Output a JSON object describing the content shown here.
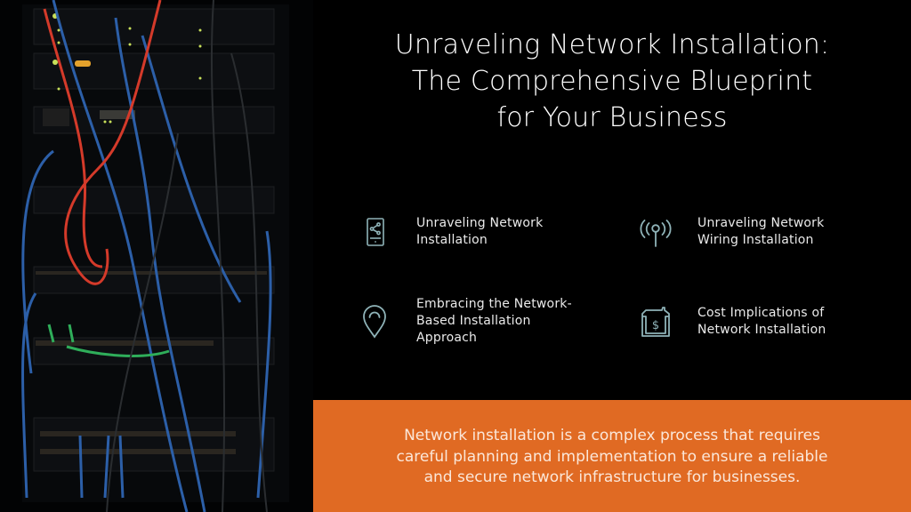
{
  "slide": {
    "title_lines": [
      "Unraveling Network Installation:",
      "The Comprehensive Blueprint",
      "for Your Business"
    ],
    "items": [
      {
        "icon": "mobile-share-icon",
        "lines": [
          "Unraveling Network",
          "Installation"
        ]
      },
      {
        "icon": "wireless-antenna-icon",
        "lines": [
          "Unraveling Network",
          "Wiring Installation"
        ]
      },
      {
        "icon": "location-pin-icon",
        "lines": [
          "Embracing the Network-",
          "Based Installation",
          "Approach"
        ]
      },
      {
        "icon": "house-dollar-icon",
        "lines": [
          "Cost Implications of",
          "Network Installation"
        ]
      }
    ],
    "summary_lines": [
      "Network installation is a complex process that requires",
      "careful planning and implementation to ensure a reliable",
      "and secure network infrastructure for businesses."
    ]
  },
  "colors": {
    "background": "#000000",
    "accent_orange": "#e06a23",
    "icon_teal": "#8fb3b8",
    "text": "#ffffff"
  },
  "image": {
    "description": "server rack with tangled red, blue and green network cables"
  }
}
